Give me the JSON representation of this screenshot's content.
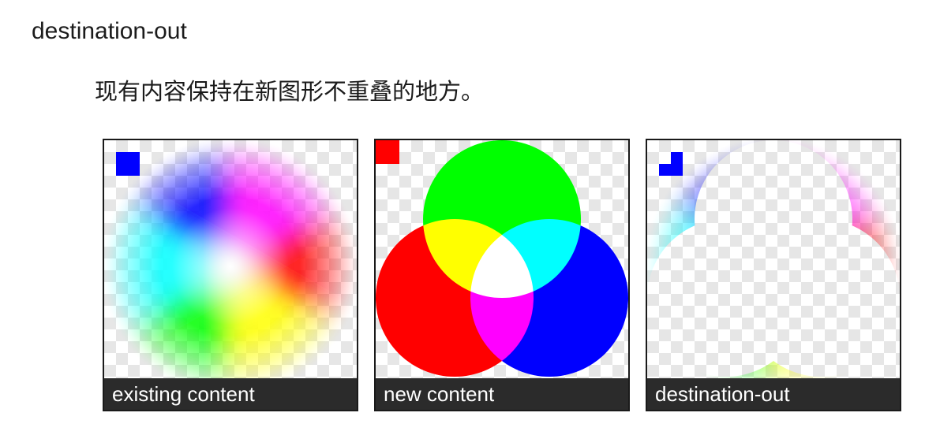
{
  "term": "destination-out",
  "description": "现有内容保持在新图形不重叠的地方。",
  "panels": [
    {
      "caption": "existing content"
    },
    {
      "caption": "new content"
    },
    {
      "caption": "destination-out"
    }
  ],
  "colors": {
    "red": "#ff0000",
    "green": "#00ff00",
    "blue": "#0000ff",
    "caption_bg": "#2b2b2b",
    "checker": "#e6e6e6"
  }
}
